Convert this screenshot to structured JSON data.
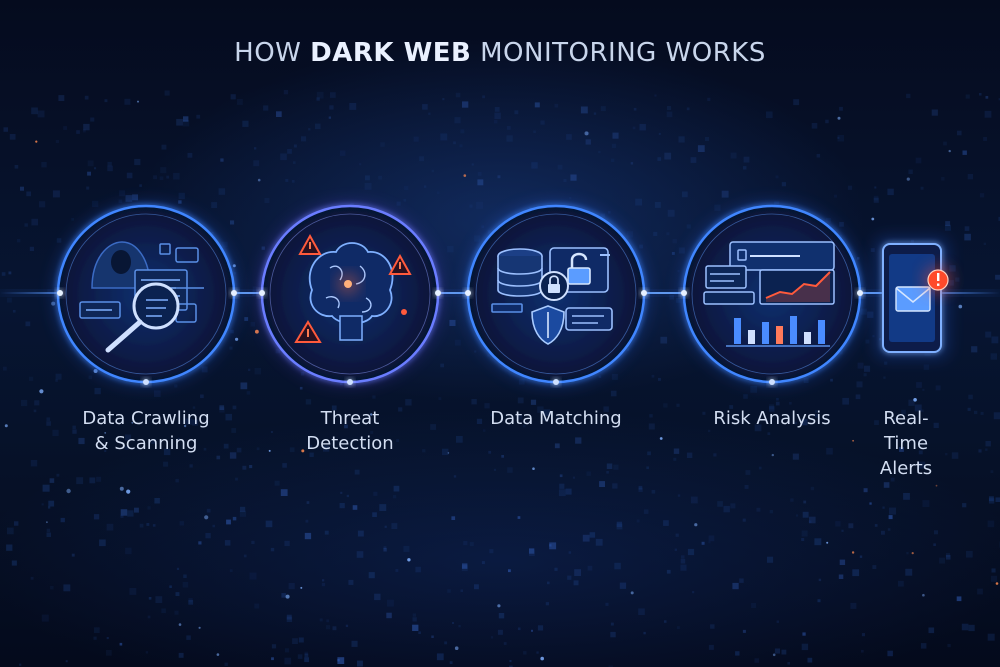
{
  "title": {
    "prefix": "HOW ",
    "emphasis": "DARK WEB",
    "suffix": " MONITORING WORKS"
  },
  "steps": [
    {
      "label": "Data Crawling\n& Scanning",
      "icon": "hacker-magnifier-icon"
    },
    {
      "label": "Threat\nDetection",
      "icon": "brain-warning-icon"
    },
    {
      "label": "Data Matching",
      "icon": "database-lock-icon"
    },
    {
      "label": "Risk Analysis",
      "icon": "analytics-dashboard-icon"
    },
    {
      "label": "Real-\nTime\nAlerts",
      "icon": "phone-alert-icon"
    }
  ],
  "colors": {
    "background": "#050b1e",
    "glow": "#4a8cff",
    "ring": "#3b7dff",
    "warning": "#ff5a3c",
    "text": "#d3def2"
  }
}
